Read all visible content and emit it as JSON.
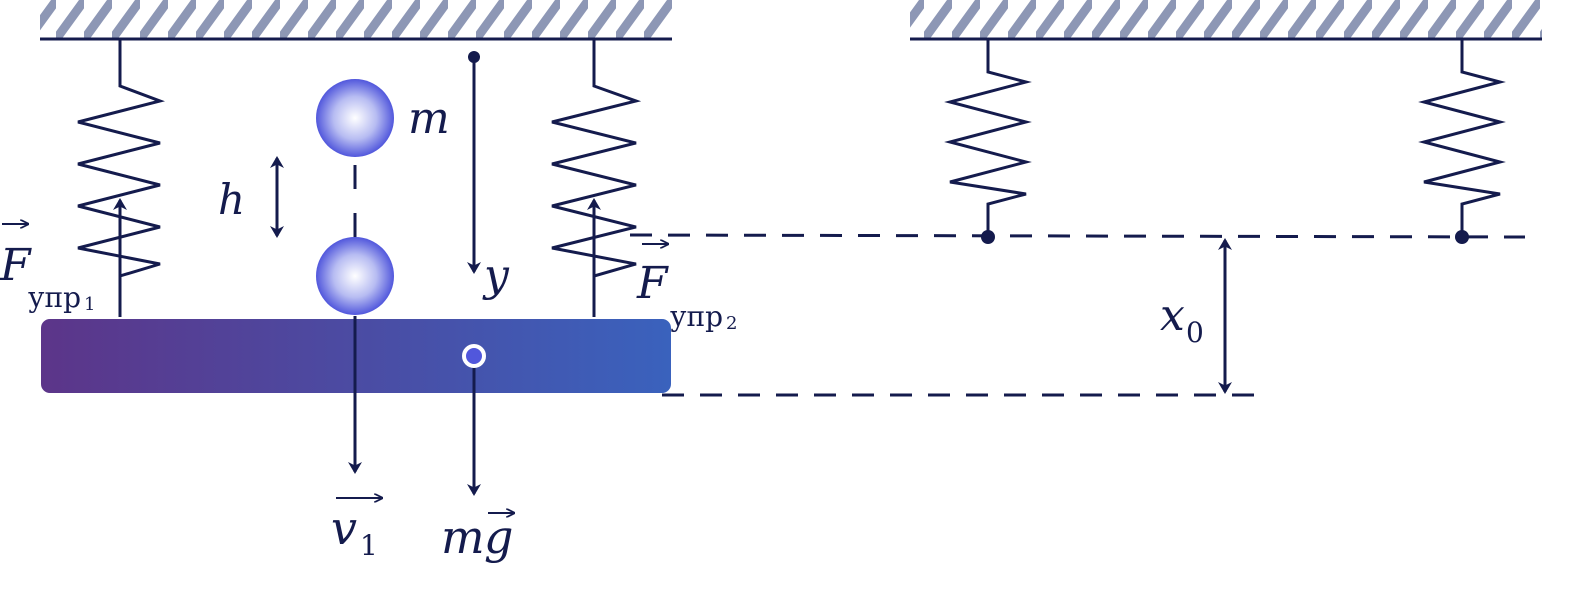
{
  "labels": {
    "mass": "m",
    "height": "h",
    "y_axis": "y",
    "force_symbol": "F",
    "force1_sub": "упр",
    "force1_index": "1",
    "force2_sub": "упр",
    "force2_index": "2",
    "velocity_symbol": "v",
    "velocity_index": "1",
    "weight_m": "m",
    "weight_g": "g",
    "displacement_symbol": "x",
    "displacement_index": "0"
  },
  "colors": {
    "ink": "#141b4d",
    "hatch": "#8d97b5",
    "plate_left": "#5c3589",
    "plate_right": "#3a62bd",
    "ball_center": "#ffffff",
    "ball_edge": "#5157dc"
  }
}
